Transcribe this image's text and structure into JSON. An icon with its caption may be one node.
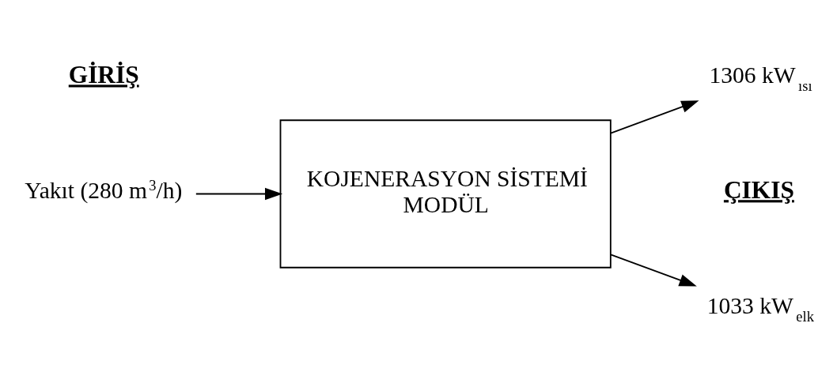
{
  "diagram": {
    "nodes": [
      {
        "text": [
          "Yakıt (280 m$^{3}$/h)"
        ]
      },
      {
        "text": [
          "KOJENERASYON SİSTEMİ",
          "MODÜL"
        ]
      },
      {
        "text": [
          "1033 kW$_{elk}$"
        ]
      },
      {
        "text": [
          "1306 kW$_{ısı}$"
        ]
      }
    ],
    "edges": [
      {
        "from": 0,
        "to": 1,
        "arrow": "to"
      },
      {
        "from": 1,
        "to": 2,
        "arrow": "to"
      },
      {
        "from": 1,
        "to": 3,
        "arrow": "to"
      }
    ],
    "labels": [
      "GİRİŞ",
      "ÇIKIŞ"
    ]
  }
}
